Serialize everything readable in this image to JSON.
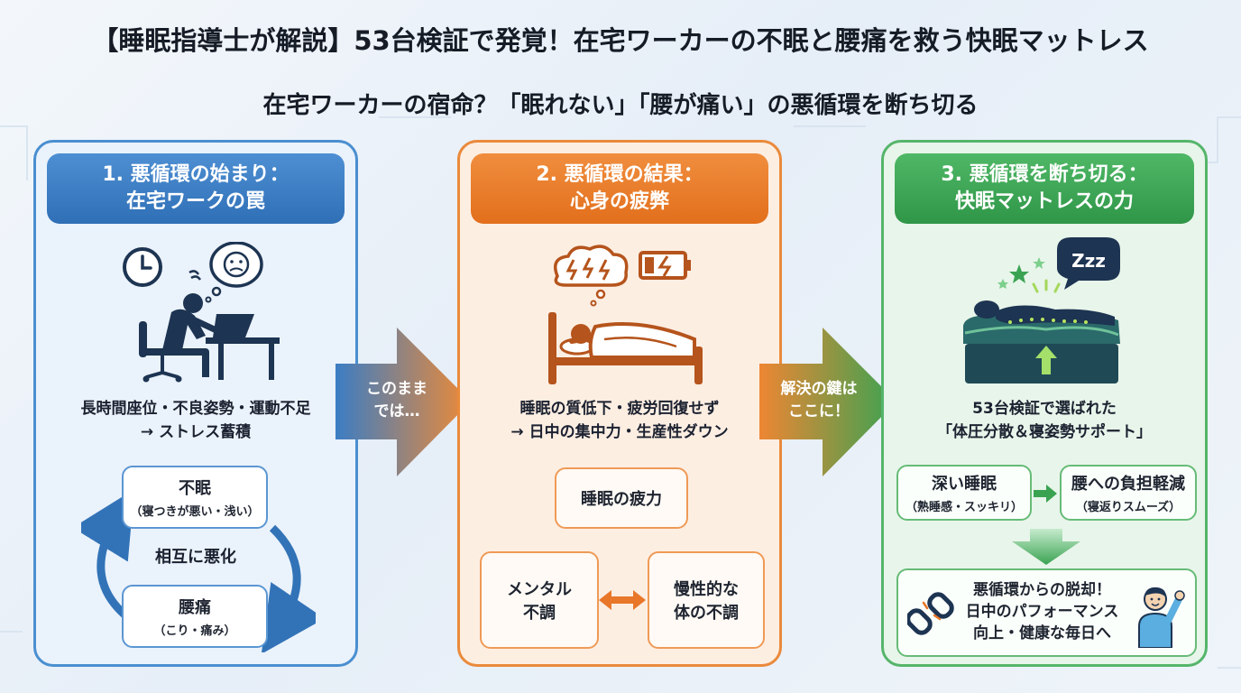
{
  "title": "【睡眠指導士が解説】53台検証で発覚！在宅ワーカーの不眠と腰痛を救う快眠マットレス",
  "subtitle": "在宅ワーカーの宿命？「眠れない」「腰が痛い」の悪循環を断ち切る",
  "panel1": {
    "head_line1": "1. 悪循環の始まり：",
    "head_line2": "在宅ワークの罠",
    "text_line1": "長時間座位・不良姿勢・運動不足",
    "text_line2": "→ ストレス蓄積",
    "box_insomnia": "不眠",
    "box_insomnia_sub": "（寝つきが悪い・浅い）",
    "cycle_label": "相互に悪化",
    "box_backpain": "腰痛",
    "box_backpain_sub": "（こり・痛み）"
  },
  "arrow1": {
    "line1": "このまま",
    "line2": "では…"
  },
  "panel2": {
    "head_line1": "2. 悪循環の結果：",
    "head_line2": "心身の疲弊",
    "text_line1": "睡眠の質低下・疲労回復せず",
    "text_line2": "→ 日中の集中力・生産性ダウン",
    "box_sleep": "睡眠の疲力",
    "box_mental_1": "メンタル",
    "box_mental_2": "不調",
    "box_chronic_1": "慢性的な",
    "box_chronic_2": "体の不調"
  },
  "arrow2": {
    "line1": "解決の鍵は",
    "line2": "ここに！"
  },
  "panel3": {
    "head_line1": "3. 悪循環を断ち切る：",
    "head_line2": "快眠マットレスの力",
    "zzz": "Zzz",
    "text_line1": "53台検証で選ばれた",
    "text_line2": "「体圧分散＆寝姿勢サポート」",
    "box_deep": "深い睡眠",
    "box_deep_sub": "（熟睡感・スッキリ）",
    "box_back": "腰への負担軽減",
    "box_back_sub": "（寝返りスムーズ）",
    "result_line1": "悪循環からの脱却！",
    "result_line2": "日中のパフォーマンス",
    "result_line3": "向上・健康な毎日へ"
  },
  "colors": {
    "blue": "#3a7fc6",
    "orange": "#e8772a",
    "green": "#3aa352",
    "navy_icon": "#1d3452",
    "brown_icon": "#b5541c"
  }
}
